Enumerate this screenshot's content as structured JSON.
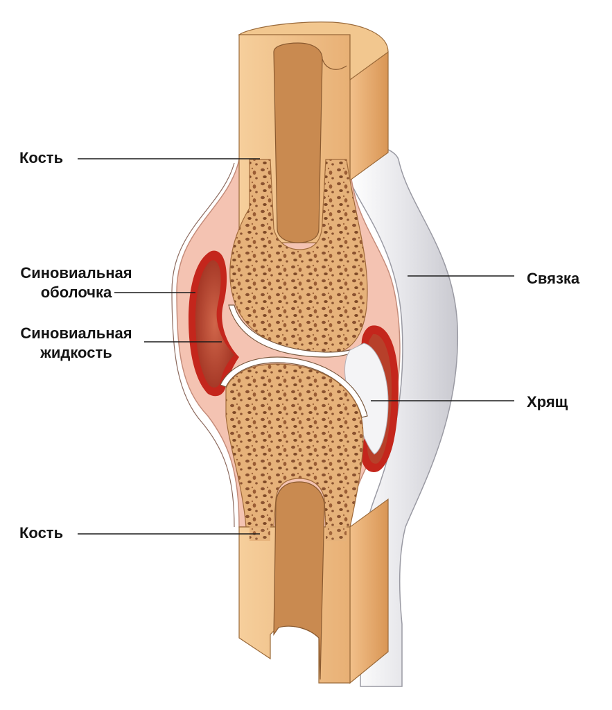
{
  "labels": {
    "bone_top": "Кость",
    "synovial_membrane_line1": "Синовиальная",
    "synovial_membrane_line2": "оболочка",
    "synovial_fluid_line1": "Синовиальная",
    "synovial_fluid_line2": "жидкость",
    "bone_bottom": "Кость",
    "ligament": "Связка",
    "cartilage": "Хрящ"
  },
  "colors": {
    "bone_shaft": "#f2c48d",
    "bone_shaft_dark": "#d99a5a",
    "spongy_bone": "#e7b37a",
    "marrow_pores": "#8a5230",
    "capsule_pink": "#f3b9a8",
    "synovial_red": "#c4261c",
    "synovial_fluid": "#b2472c",
    "cartilage": "#ffffff",
    "ligament": "#e9e9ec",
    "leader_line": "#1a1a1a"
  }
}
